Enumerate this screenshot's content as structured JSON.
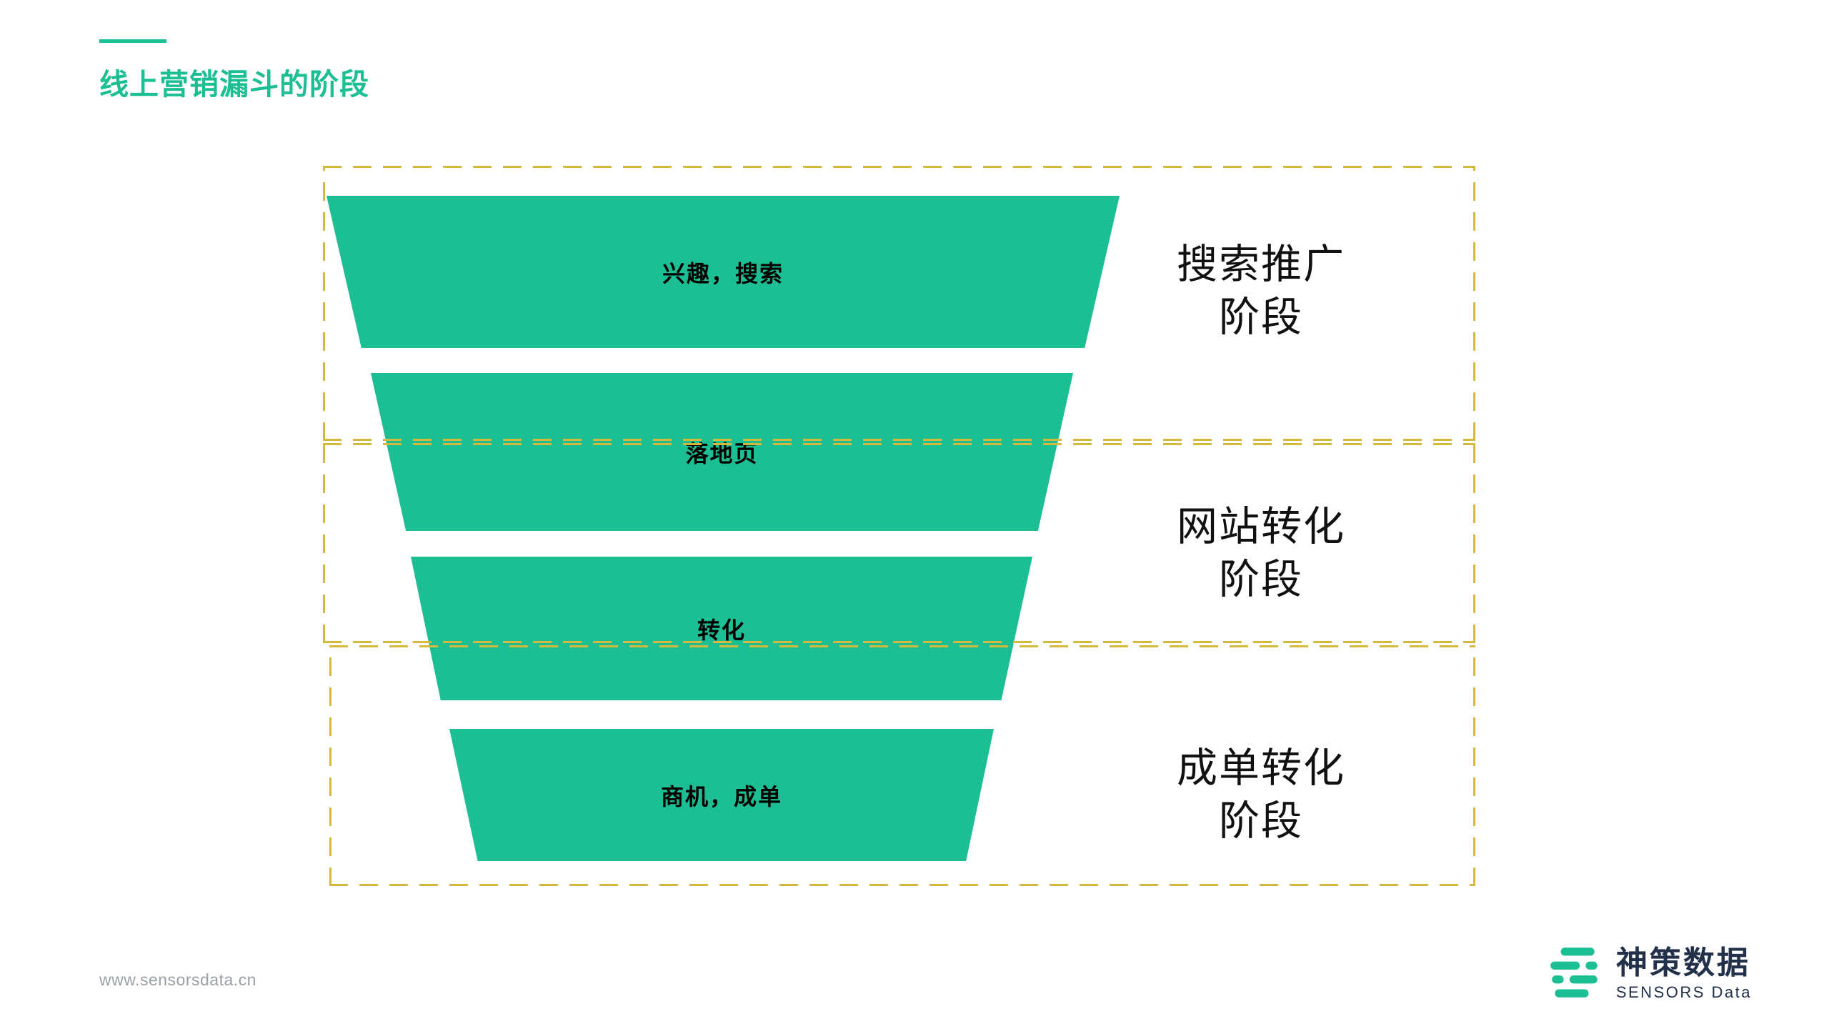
{
  "title": "线上营销漏斗的阶段",
  "funnel": {
    "segments": [
      {
        "label": "兴趣，搜索"
      },
      {
        "label": "落地页"
      },
      {
        "label": "转化"
      },
      {
        "label": "商机，成单"
      }
    ]
  },
  "stages": [
    {
      "line1": "搜索推广",
      "line2": "阶段"
    },
    {
      "line1": "网站转化",
      "line2": "阶段"
    },
    {
      "line1": "成单转化",
      "line2": "阶段"
    }
  ],
  "footer": {
    "url": "www.sensorsdata.cn"
  },
  "logo": {
    "name": "神策数据",
    "subtitle": "SENSORS Data"
  },
  "colors": {
    "green": "#1cbe93",
    "dashed": "#d5b93c",
    "ink": "#111111",
    "navy": "#22304a",
    "gray": "#9aa0a6"
  }
}
